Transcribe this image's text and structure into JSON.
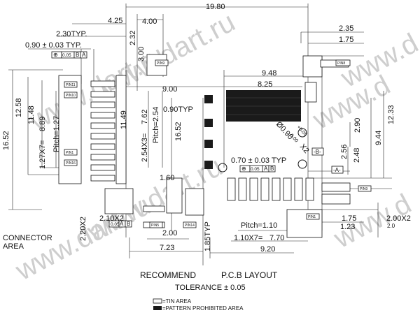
{
  "watermark": {
    "text_left": "www.dart.ru",
    "text_right": "www.d",
    "color": "#c8c8c8"
  },
  "dimensions": {
    "overall_width": "19.80",
    "d_4_25": "4.25",
    "d_4_00": "4.00",
    "d_2_30typ": "2.30TYP.",
    "d_0_90_tol": "0.90 ± 0.03 TYP.",
    "d_2_32": "2.32",
    "d_3_00": "3.00",
    "d_2_35": "2.35",
    "d_1_75_top": "1.75",
    "d_9_48": "9.48",
    "d_8_25": "8.25",
    "d_9_00": "9.00",
    "d_0_90typ": "0.90TYP",
    "d_16_52_left": "16.52",
    "d_12_58": "12.58",
    "d_11_48": "11.48",
    "d_8_89": "8.89",
    "d_1_27x7": "1.27X7=",
    "d_pitch_1_27": "Pitch=1.27",
    "d_11_49": "11.49",
    "d_2_54x3": "2.54X3=",
    "d_7_62": "7.62",
    "d_pitch_2_54": "Pitch=2.54",
    "d_16_52_mid": "16.52",
    "d_phi_0_90": "Ø0.90",
    "d_phi_tol_up": "+0.05",
    "d_phi_tol_dn": "0.00",
    "d_x2": "X2",
    "d_2_90": "2.90",
    "d_9_44": "9.44",
    "d_12_33": "12.33",
    "d_2_56": "2.56",
    "d_2_48": "2.48",
    "d_0_70_tol": "0.70 ± 0.03 TYP",
    "d_1_60": "1.60",
    "d_2_10x2": "2.10X2",
    "d_2_20x2": "2.20X2",
    "d_2_00": "2.00",
    "d_7_23": "7.23",
    "d_1_85typ": "1.85TYP",
    "d_pitch_1_10": "Pitch=1.10",
    "d_1_10x7": "1.10X7=",
    "d_7_70": "7.70",
    "d_9_20": "9.20",
    "d_1_75_bot": "1.75",
    "d_1_23": "1.23",
    "d_2_00x2": "2.00X2",
    "d_2_0": "2.0"
  },
  "datum_labels": {
    "datum_a": "-A-",
    "datum_b": "-B-",
    "fcf_pos": "⊕",
    "fcf_tol": "0.05",
    "fcf_b": "B",
    "fcf_a": "A",
    "fcf_tol2": "0.05",
    "fcf_a2": "A",
    "fcf_b2": "B"
  },
  "pin_labels": {
    "pin_top_right": "PIN8",
    "pin_9": "PIN9",
    "pin_11": "PIN11",
    "pin_10": "PIN10",
    "pin_1": "PIN1",
    "pin_16": "PIN16",
    "pin_lb": "PIN5",
    "pin_14": "PIN14",
    "pin_bot_right": "PIN9",
    "pin_bot_mid": "PIN1"
  },
  "notes": {
    "connector_area": "CONNECTOR",
    "connector_area2": "AREA",
    "title_left": "RECOMMEND",
    "title_right": "P.C.B LAYOUT",
    "tolerance": "TOLERANCE ± 0.05",
    "legend_tin": "=TIN AREA",
    "legend_prohibited": "=PATTERN PROHIBITED AREA"
  }
}
